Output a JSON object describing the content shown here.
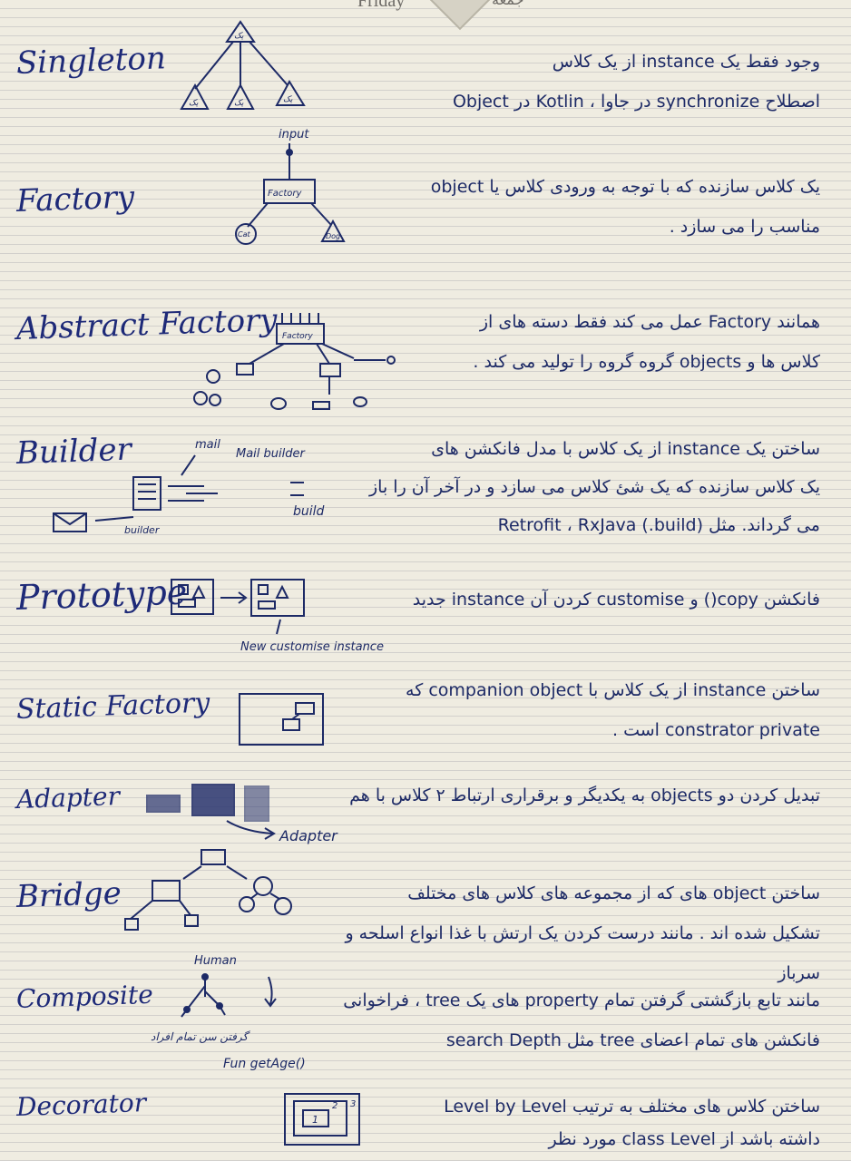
{
  "header": {
    "day": "Friday",
    "day_fa": "جمعه"
  },
  "sections": [
    {
      "title": "Singleton",
      "lines": [
        "وجود فقط یک instance از یک کلاس",
        "اصطلاح synchronize در جاوا ، Kotlin در Object"
      ],
      "sketch_labels": [
        "یک",
        "یک",
        "یک",
        "یک"
      ]
    },
    {
      "title": "Factory",
      "lines": [
        "یک کلاس سازنده که با توجه به ورودی کلاس یا object",
        "مناسب را می سازد ."
      ],
      "sketch_labels": [
        "input",
        "Factory",
        "Cat",
        "Dog"
      ]
    },
    {
      "title": "Abstract Factory",
      "lines": [
        "همانند Factory عمل می کند فقط دسته های از",
        "کلاس ها و objects گروه گروه را تولید می کند ."
      ],
      "sketch_labels": [
        "Factory"
      ]
    },
    {
      "title": "Builder",
      "lines": [
        "ساختن یک instance از یک کلاس با مدل فانکشن های",
        "یک کلاس سازنده که یک شئ کلاس می سازد و در آخر آن را باز",
        "می گرداند. مثل Retrofit ، RxJava (.build)"
      ],
      "sketch_labels": [
        "mail",
        "Mail builder",
        "build",
        "builder"
      ]
    },
    {
      "title": "Prototype",
      "lines": [
        "فانکشن copy() و customise کردن آن instance جدید"
      ],
      "sketch_labels": [
        "New customise instance"
      ]
    },
    {
      "title": "Static Factory",
      "lines": [
        "ساختن instance از یک کلاس با companion object که",
        "constrator private است ."
      ],
      "sketch_labels": []
    },
    {
      "title": "Adapter",
      "lines": [
        "تبدیل کردن دو objects به یکدیگر و برقراری ارتباط ۲ کلاس با هم"
      ],
      "sketch_labels": [
        "Adapter"
      ]
    },
    {
      "title": "Bridge",
      "lines": [
        "ساختن object های که از مجموعه های کلاس های مختلف",
        "تشکیل شده اند . مانند درست کردن یک ارتش با غذا انواع اسلحه و سرباز"
      ],
      "sketch_labels": []
    },
    {
      "title": "Composite",
      "lines": [
        "مانند تابع بازگشتی گرفتن تمام property های یک tree ، فراخوانی",
        "فانکشن های تمام اعضای tree مثل search Depth"
      ],
      "sketch_labels": [
        "Human",
        "گرفتن سن تمام افراد",
        "Fun getAge()"
      ]
    },
    {
      "title": "Decorator",
      "lines": [
        "ساختن کلاس های مختلف به ترتیب Level by Level",
        "داشته باشد از class Level مورد نظر"
      ],
      "sketch_labels": [
        "1",
        "2",
        "3"
      ]
    }
  ]
}
